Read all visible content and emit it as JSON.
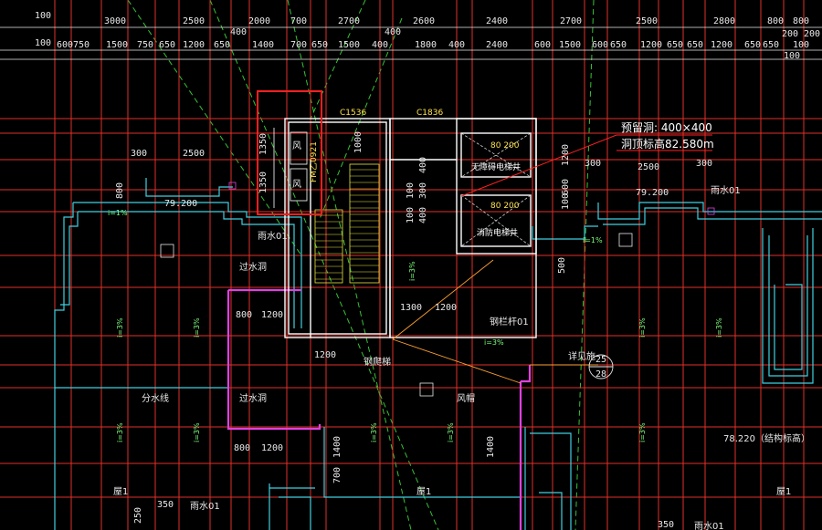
{
  "top_dims_row1": [
    "100",
    "3000",
    "2500",
    "2000",
    "700",
    "2700",
    "2600",
    "2400",
    "2700",
    "2500",
    "2800",
    "800",
    "800"
  ],
  "top_dims_row1b": [
    "400",
    "400"
  ],
  "top_dims_row2": [
    "100",
    "600",
    "750",
    "1500",
    "750",
    "650",
    "1200",
    "650",
    "1400",
    "700",
    "650",
    "1500",
    "400",
    "1800",
    "400",
    "2400",
    "600",
    "1500",
    "600",
    "650",
    "1200",
    "650",
    "650",
    "1200",
    "650",
    "650",
    "200",
    "100",
    "200"
  ],
  "top_dims_row2b": [
    "100"
  ],
  "left_block": {
    "d300": "300",
    "d2500": "2500",
    "d800": "800",
    "elev": "79.200",
    "rain": "雨水01",
    "slope": "i=1%"
  },
  "right_block": {
    "d300a": "300",
    "d2500": "2500",
    "d300b": "300",
    "elev": "79.200",
    "rain": "雨水01",
    "slope": "i=1%"
  },
  "shaft_labels": {
    "fan1": "风",
    "fan2": "风",
    "d1350a": "1350",
    "d1350b": "1350",
    "fm": "FM乙0921",
    "c1536": "C1536"
  },
  "stair_labels": {
    "c1836": "C1836",
    "d1000": "1000",
    "d400": "400",
    "d100": "100",
    "d300": "300",
    "d1300": "1300",
    "d1200": "1200",
    "d1200b": "1200",
    "d400b": "400",
    "d100b": "100"
  },
  "elevator_labels": {
    "size1": "80 200",
    "size2": "80 200",
    "elev1": "无障碍电梯井",
    "elev2": "消防电梯井",
    "d1200": "1200",
    "d500": "500",
    "d600": "600",
    "d100": "100"
  },
  "annotation": {
    "line1": "预留洞: 400×400",
    "line2": "洞顶标高82.580m"
  },
  "guard_rail": "钢栏杆01",
  "steel_stair": "钢爬梯",
  "overflow1": "过水洞",
  "overflow2": "过水洞",
  "dims_800_1200_a": [
    "800",
    "1200"
  ],
  "dims_800_1200_b": [
    "800",
    "1200"
  ],
  "d1200_bottom": "1200",
  "divide_line": "分水线",
  "canopy": "风帽",
  "detail_ref": {
    "text": "详见施",
    "top": "25",
    "bottom": "28"
  },
  "elev_right": "78.220（结构标高）",
  "slope_labels": [
    "i=3%",
    "i=3%",
    "i=3%",
    "i=3%",
    "i=3%",
    "i=3%",
    "i=3%",
    "i=3%",
    "i=3%",
    "i=3%",
    "i=3%"
  ],
  "roof_labels": [
    "屋1",
    "屋1",
    "屋1"
  ],
  "bottom_labels": {
    "d350": "350",
    "rain": "雨水01",
    "d250": "250",
    "d1400a": "1400",
    "d1400b": "1400",
    "d700": "700",
    "d350b": "350",
    "rain2": "雨水01"
  },
  "colors": {
    "grid_red": "#e0302a",
    "green_dashed": "#36c236",
    "wall_white": "#ffffff",
    "cyan": "#3fd0e0",
    "magenta": "#e040e0",
    "yellow": "#e8e840",
    "orange": "#ffa030",
    "highlight": "#ff2020"
  }
}
